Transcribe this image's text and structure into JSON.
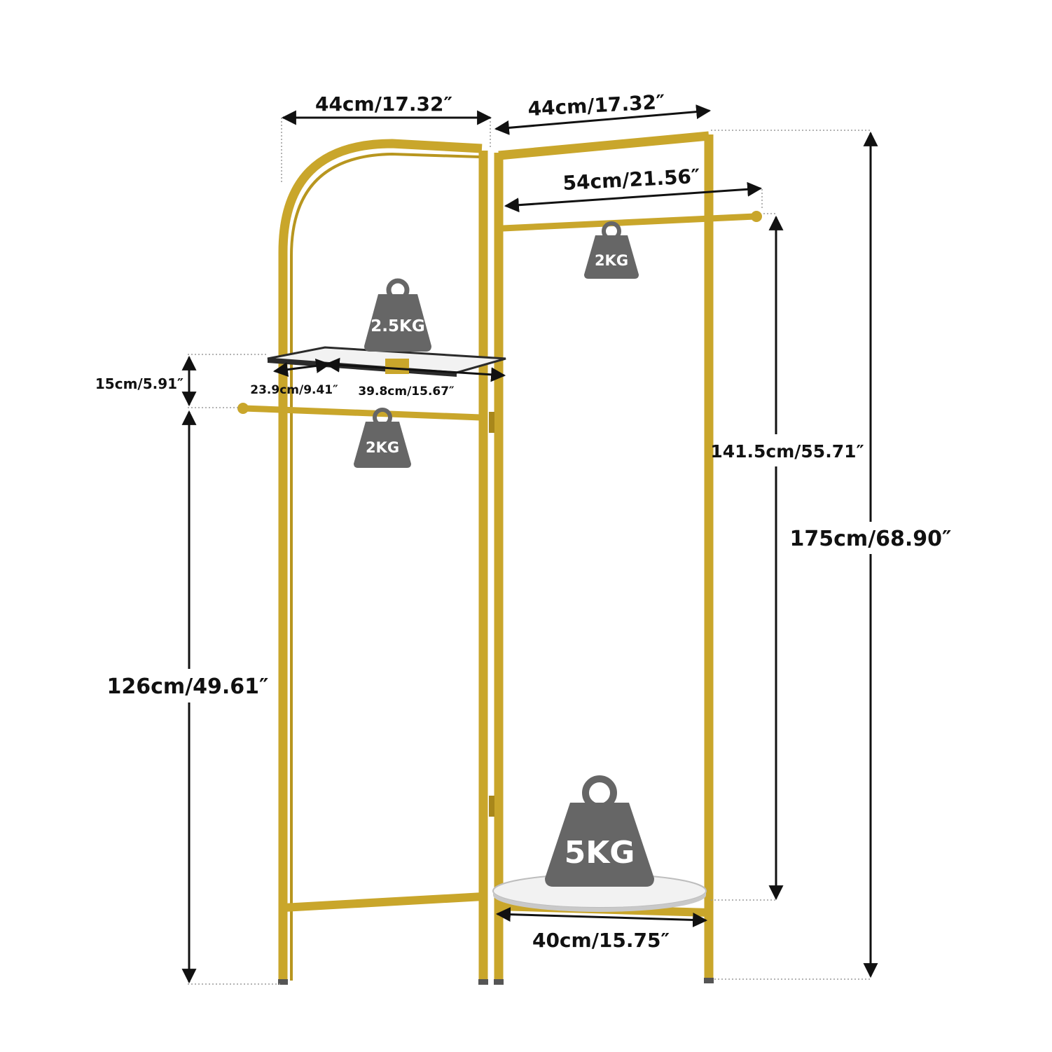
{
  "colors": {
    "frame_gold": "#C9A62B",
    "frame_gold_dark": "#A8871A",
    "weight_gray": "#666666",
    "weight_text": "#FFFFFF",
    "dimension_line": "#111111",
    "leader_line": "#9A9A9A",
    "shelf_top": "#F2F2F2",
    "shelf_edge": "#2B2B2B"
  },
  "dimensions": {
    "left_panel_width": "44cm/17.32″",
    "right_panel_width": "44cm/17.32″",
    "upper_rod_length": "54cm/21.56″",
    "shelf_to_rod": "15cm/5.91″",
    "shelf_depth": "23.9cm/9.41″",
    "shelf_length": "39.8cm/15.67″",
    "lower_rod_height": "126cm/49.61″",
    "upper_rod_height": "141.5cm/55.71″",
    "total_height": "175cm/68.90″",
    "base_shelf_width": "40cm/15.75″"
  },
  "weights": {
    "upper_rod_load": "2KG",
    "top_shelf_load": "2.5KG",
    "lower_rod_load": "2KG",
    "base_shelf_load": "5KG"
  },
  "icons": {
    "weight": "kettlebell-weight-icon"
  }
}
